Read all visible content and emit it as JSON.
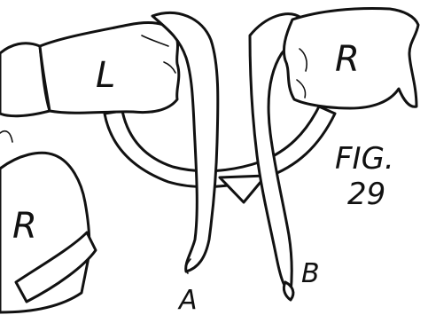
{
  "labels": {
    "left_hand": "L",
    "right_hand": "R",
    "body_right": "R",
    "end_a": "A",
    "end_b": "B"
  },
  "caption": {
    "line1": "FIG.",
    "line2": "29"
  }
}
